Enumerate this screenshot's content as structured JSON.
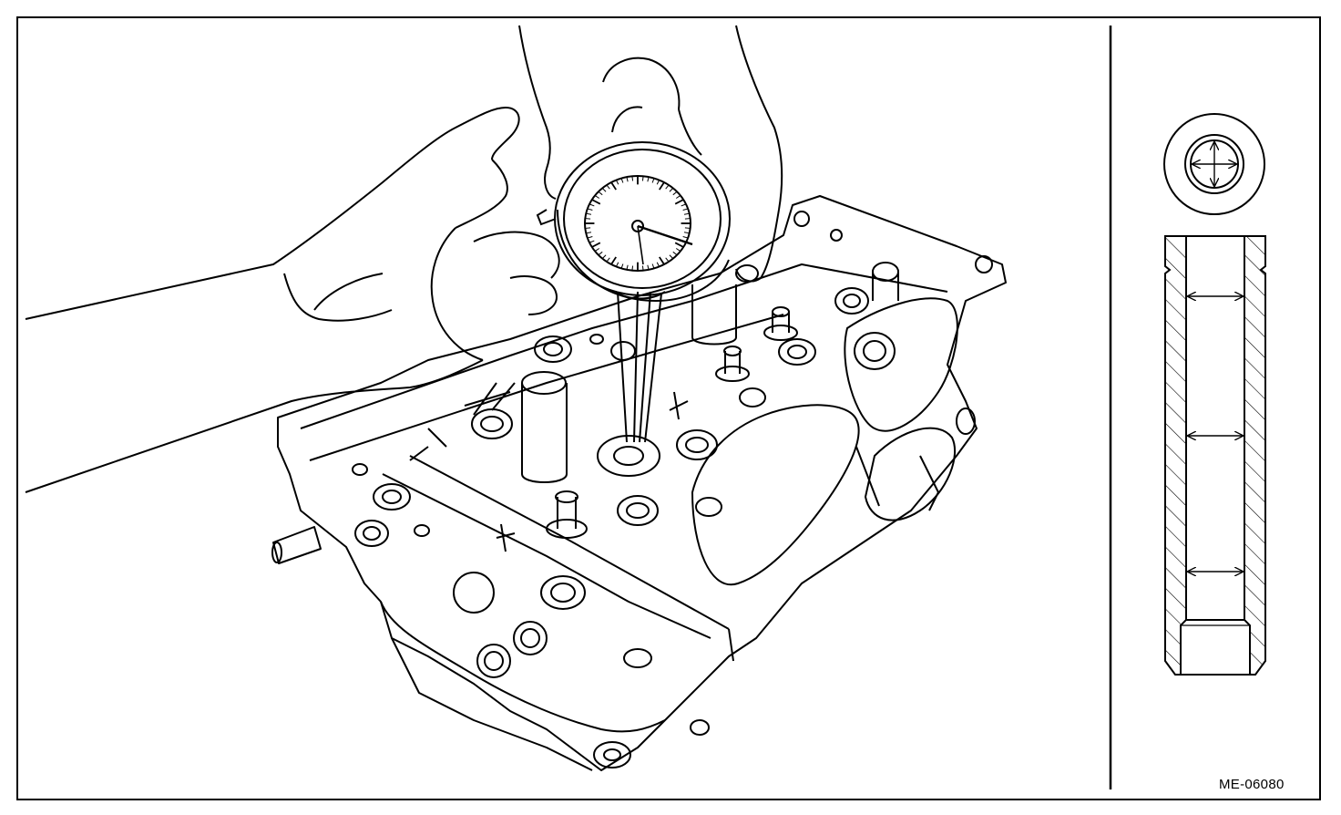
{
  "figure": {
    "code": "ME-06080",
    "line_color": "#000000",
    "background": "#ffffff"
  },
  "main_view": {
    "subject": "cylinder-head",
    "tool": "dial-bore-gauge",
    "icons": [
      "hand-icon",
      "dial-gauge-icon",
      "valve-guide-icon"
    ]
  },
  "detail_view": {
    "top_view": "valve-guide-end-view",
    "section_view": "valve-guide-cross-section",
    "measurement_points": 3
  }
}
